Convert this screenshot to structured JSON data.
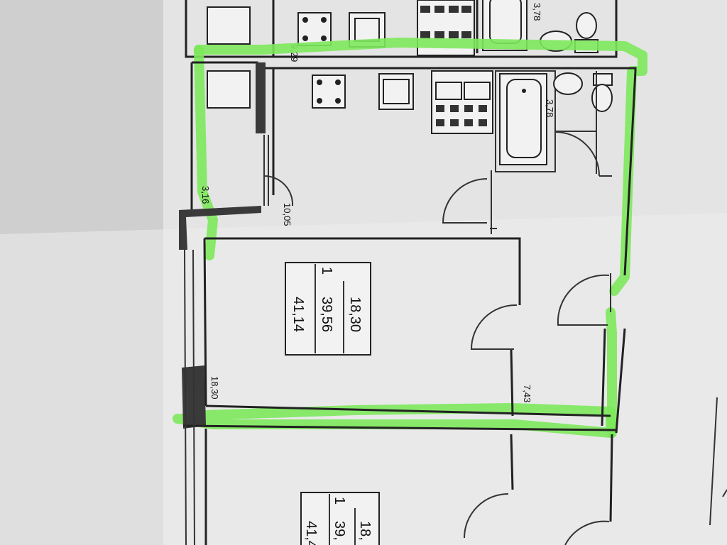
{
  "colors": {
    "highlight": "#7de85c",
    "paper": "#ececec",
    "background": "#cfcfcf",
    "ink": "#222222"
  },
  "upper_unit": {
    "kitchen_area": "9,29",
    "bath_area": "3,78"
  },
  "unit": {
    "hall_area": "3,16",
    "kitchen_area": "10,05",
    "bath_area": "3,78",
    "room_area": "18,30",
    "balcony_area": "7,43",
    "box": {
      "line1": "18,30",
      "line2_rooms": "1",
      "line2_area": "39,56",
      "line3": "41,14"
    }
  },
  "lower_unit": {
    "box": {
      "line1": "18,",
      "line2_rooms": "1",
      "line2_area": "39,",
      "line3": "41,4"
    }
  }
}
